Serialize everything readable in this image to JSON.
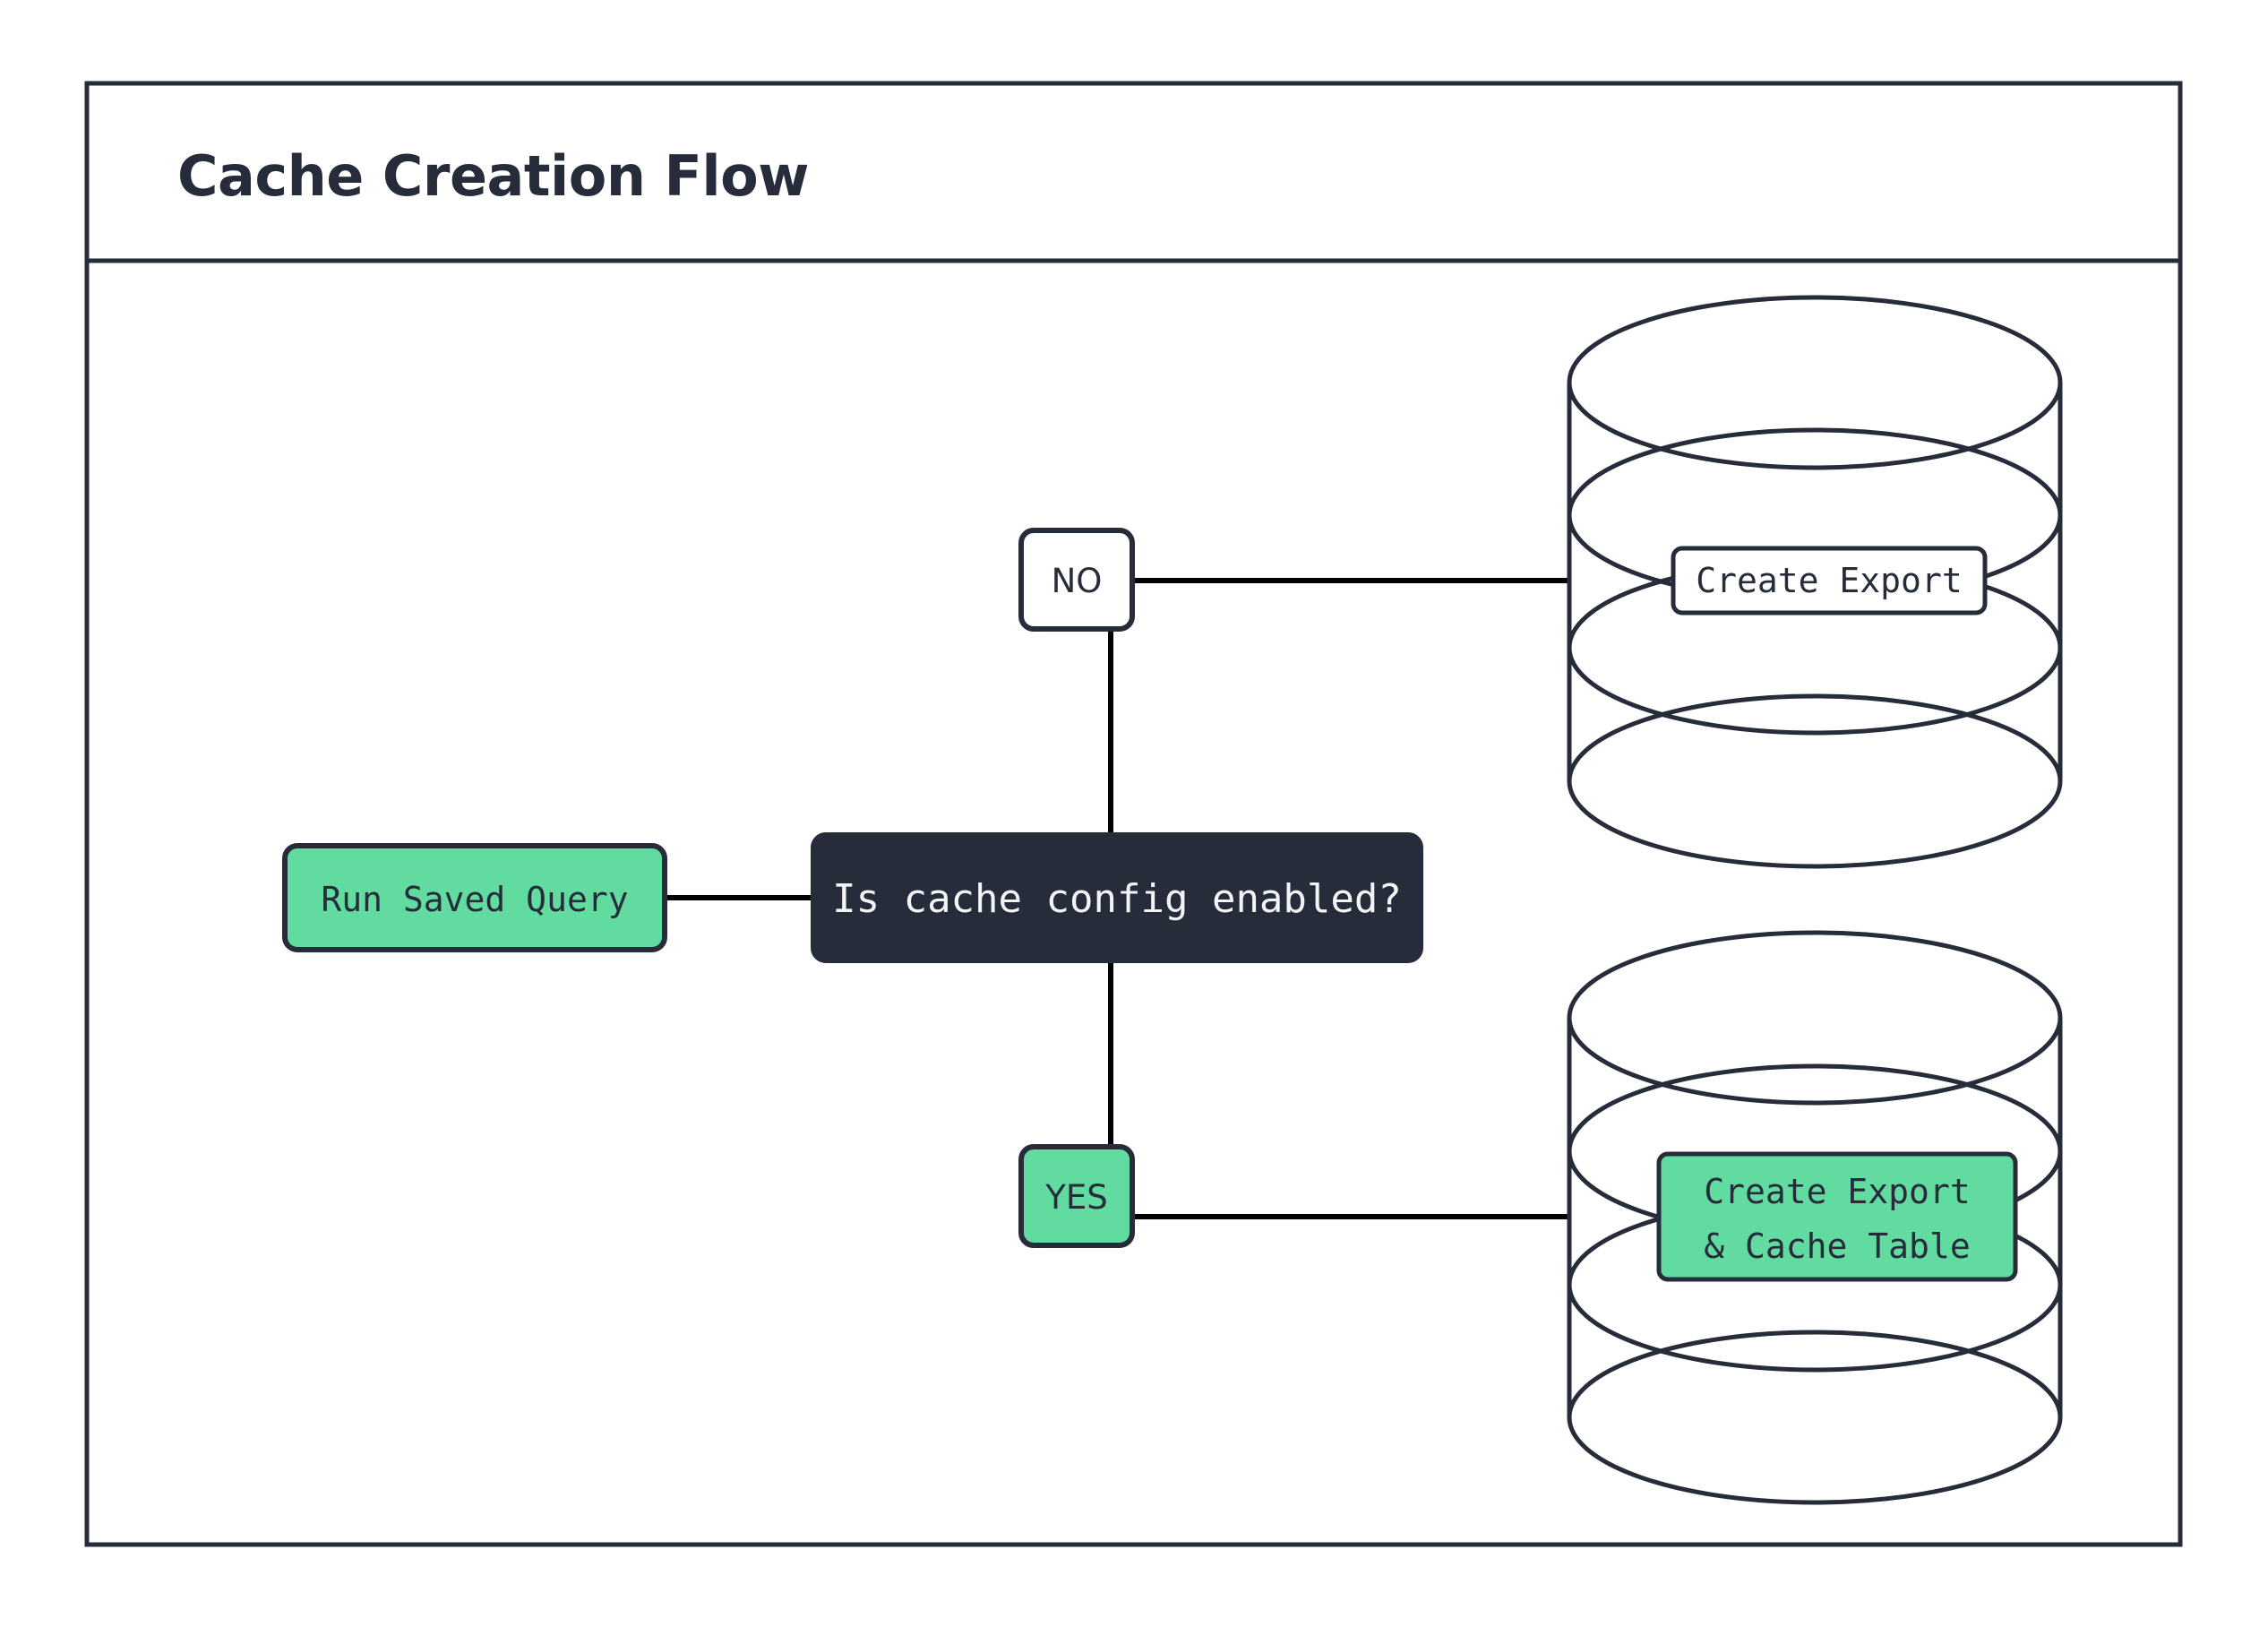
{
  "diagram": {
    "title": "Cache Creation Flow",
    "type": "flowchart",
    "theme": {
      "background": "#ffffff",
      "frame_stroke": "#262c3a",
      "accent_green": "#62dba0",
      "dark_fill": "#262c3a",
      "light_text": "#f3f4f6",
      "connector": "#000000"
    },
    "nodes": [
      {
        "id": "run-saved-query",
        "label": "Run Saved Query",
        "shape": "rounded-rect",
        "fill": "#62dba0",
        "text_color": "#262c3a"
      },
      {
        "id": "cache-config-decision",
        "label": "Is cache config enabled?",
        "shape": "rounded-rect",
        "fill": "#262c3a",
        "text_color": "#f3f4f6"
      },
      {
        "id": "branch-no",
        "label": "NO",
        "shape": "rounded-rect",
        "fill": "#ffffff",
        "text_color": "#262c3a"
      },
      {
        "id": "branch-yes",
        "label": "YES",
        "shape": "rounded-rect",
        "fill": "#62dba0",
        "text_color": "#262c3a"
      },
      {
        "id": "database-create-export",
        "label": "Create Export",
        "label_lines": [
          "Create Export"
        ],
        "shape": "database-cylinder",
        "fill": "#ffffff",
        "text_color": "#262c3a"
      },
      {
        "id": "database-create-export-cache-table",
        "label": "Create Export & Cache Table",
        "label_lines": [
          "Create Export",
          "& Cache Table"
        ],
        "shape": "database-cylinder",
        "fill": "#62dba0",
        "text_color": "#262c3a"
      }
    ],
    "edges": [
      {
        "from": "run-saved-query",
        "to": "cache-config-decision",
        "label": ""
      },
      {
        "from": "cache-config-decision",
        "to": "branch-no",
        "label": ""
      },
      {
        "from": "cache-config-decision",
        "to": "branch-yes",
        "label": ""
      },
      {
        "from": "branch-no",
        "to": "database-create-export",
        "label": ""
      },
      {
        "from": "branch-yes",
        "to": "database-create-export-cache-table",
        "label": ""
      }
    ],
    "labels": {
      "run_saved_query": "Run Saved Query",
      "decision": "Is cache config enabled?",
      "no": "NO",
      "yes": "YES",
      "db_top_label": "Create Export",
      "db_bottom_line1": "Create Export",
      "db_bottom_line2": "& Cache Table"
    }
  }
}
